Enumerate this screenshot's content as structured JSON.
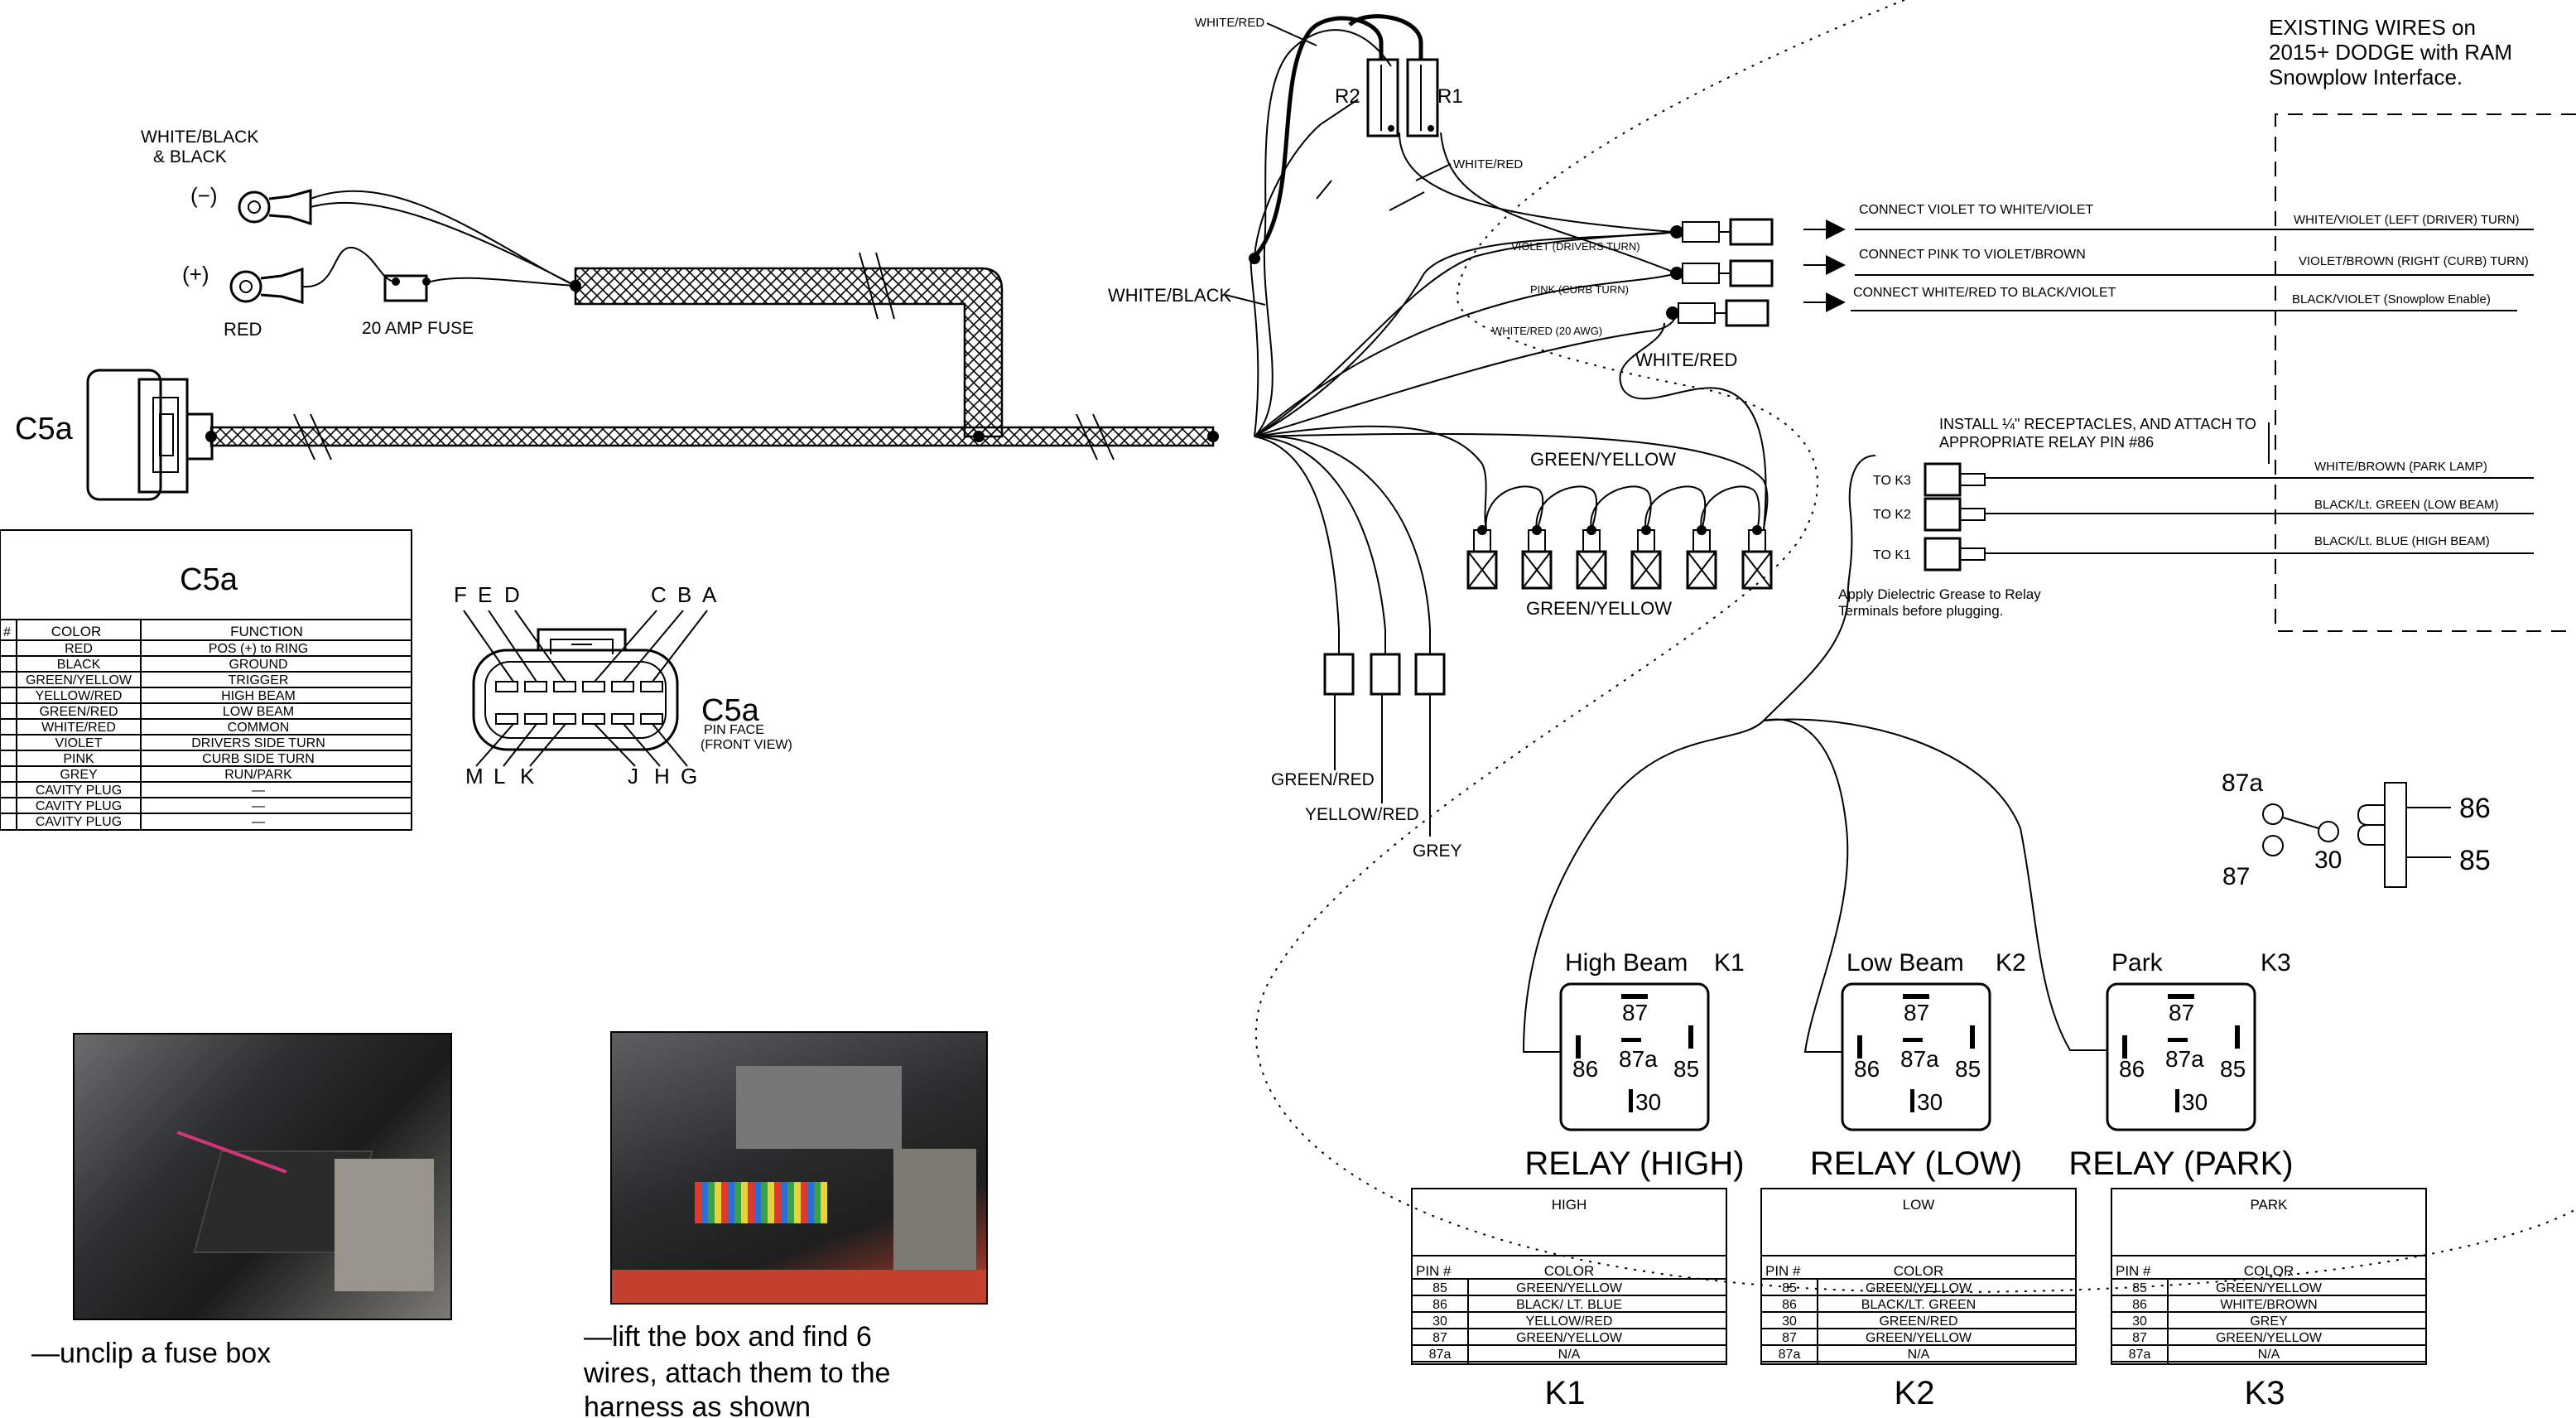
{
  "existing_wires_note": [
    "EXISTING WIRES on",
    "2015+ DODGE with RAM",
    "Snowplow Interface."
  ],
  "ground": {
    "wire": [
      "WHITE/BLACK",
      "& BLACK"
    ],
    "polarity": "(−)"
  },
  "power": {
    "polarity": "(+)",
    "wire": "RED",
    "fuse": "20 AMP FUSE"
  },
  "c5a_label": "C5a",
  "c5a_table": {
    "title": "C5a",
    "headers": [
      "#",
      "COLOR",
      "FUNCTION"
    ],
    "rows": [
      [
        "",
        "RED",
        "POS (+) to RING"
      ],
      [
        "",
        "BLACK",
        "GROUND"
      ],
      [
        "",
        "GREEN/YELLOW",
        "TRIGGER"
      ],
      [
        "",
        "YELLOW/RED",
        "HIGH BEAM"
      ],
      [
        "",
        "GREEN/RED",
        "LOW BEAM"
      ],
      [
        "",
        "WHITE/RED",
        "COMMON"
      ],
      [
        "",
        "VIOLET",
        "DRIVERS SIDE TURN"
      ],
      [
        "",
        "PINK",
        "CURB SIDE TURN"
      ],
      [
        "",
        "GREY",
        "RUN/PARK"
      ],
      [
        "",
        "CAVITY PLUG",
        "—"
      ],
      [
        "",
        "CAVITY PLUG",
        "—"
      ],
      [
        "",
        "CAVITY PLUG",
        "—"
      ]
    ]
  },
  "pin_face": {
    "top_letters": [
      "F",
      "E",
      "D",
      "C",
      "B",
      "A"
    ],
    "bottom_letters": [
      "M",
      "L",
      "K",
      "J",
      "H",
      "G"
    ],
    "title": "C5a",
    "caption": [
      "PIN FACE",
      "(FRONT VIEW)"
    ]
  },
  "resistors": {
    "r2": "R2",
    "r1": "R1"
  },
  "wire_labels": {
    "white_red_top": "WHITE/RED",
    "white_red_right": "WHITE/RED",
    "white_black": "WHITE/BLACK",
    "violet": "VIOLET (DRIVERS TURN)",
    "pink": "PINK (CURB TURN)",
    "white_red_20awg": "WHITE/RED (20 AWG)",
    "white_red_mid": "WHITE/RED",
    "green_yellow_top": "GREEN/YELLOW",
    "green_yellow_bottom": "GREEN/YELLOW",
    "green_red": "GREEN/RED",
    "yellow_red": "YELLOW/RED",
    "grey": "GREY"
  },
  "connections": [
    {
      "instruction": "CONNECT VIOLET TO WHITE/VIOLET",
      "target": "WHITE/VIOLET (LEFT (DRIVER) TURN)"
    },
    {
      "instruction": "CONNECT PINK TO VIOLET/BROWN",
      "target": "VIOLET/BROWN (RIGHT (CURB) TURN)"
    },
    {
      "instruction": "CONNECT WHITE/RED TO BLACK/VIOLET",
      "target": "BLACK/VIOLET (Snowplow Enable)"
    }
  ],
  "receptacles": {
    "install_note": [
      "INSTALL ¼\" RECEPTACLES, AND ATTACH TO",
      "APPROPRIATE RELAY PIN #86"
    ],
    "items": [
      {
        "to": "TO K3",
        "wire": "WHITE/BROWN (PARK LAMP)"
      },
      {
        "to": "TO K2",
        "wire": "BLACK/Lt. GREEN (LOW BEAM)"
      },
      {
        "to": "TO K1",
        "wire": "BLACK/Lt. BLUE (HIGH BEAM)"
      }
    ],
    "grease_note": [
      "Apply Dielectric Grease to Relay",
      "Terminals before plugging."
    ]
  },
  "relay_legend": {
    "p87a": "87a",
    "p87": "87",
    "p30": "30",
    "p86": "86",
    "p85": "85"
  },
  "relays": [
    {
      "name": "High Beam",
      "id": "K1",
      "caption": "RELAY (HIGH)",
      "pins": {
        "p87": "87",
        "p87a": "87a",
        "p86": "86",
        "p85": "85",
        "p30": "30"
      },
      "table": {
        "title": "HIGH",
        "headers": [
          "PIN #",
          "COLOR"
        ],
        "rows": [
          [
            "85",
            "GREEN/YELLOW"
          ],
          [
            "86",
            "BLACK/ LT. BLUE"
          ],
          [
            "30",
            "YELLOW/RED"
          ],
          [
            "87",
            "GREEN/YELLOW"
          ],
          [
            "87a",
            "N/A"
          ]
        ]
      }
    },
    {
      "name": "Low Beam",
      "id": "K2",
      "caption": "RELAY (LOW)",
      "pins": {
        "p87": "87",
        "p87a": "87a",
        "p86": "86",
        "p85": "85",
        "p30": "30"
      },
      "table": {
        "title": "LOW",
        "headers": [
          "PIN #",
          "COLOR"
        ],
        "rows": [
          [
            "85",
            "GREEN/YELLOW"
          ],
          [
            "86",
            "BLACK/LT. GREEN"
          ],
          [
            "30",
            "GREEN/RED"
          ],
          [
            "87",
            "GREEN/YELLOW"
          ],
          [
            "87a",
            "N/A"
          ]
        ]
      }
    },
    {
      "name": "Park",
      "id": "K3",
      "caption": "RELAY (PARK)",
      "pins": {
        "p87": "87",
        "p87a": "87a",
        "p86": "86",
        "p85": "85",
        "p30": "30"
      },
      "table": {
        "title": "PARK",
        "headers": [
          "PIN #",
          "COLOR"
        ],
        "rows": [
          [
            "85",
            "GREEN/YELLOW"
          ],
          [
            "86",
            "WHITE/BROWN"
          ],
          [
            "30",
            "GREY"
          ],
          [
            "87",
            "GREEN/YELLOW"
          ],
          [
            "87a",
            "N/A"
          ]
        ]
      }
    }
  ],
  "captions": {
    "photo1": "—unclip a fuse box",
    "photo2": [
      "—lift the box and find 6",
      "wires, attach them to the",
      "harness as shown"
    ]
  }
}
